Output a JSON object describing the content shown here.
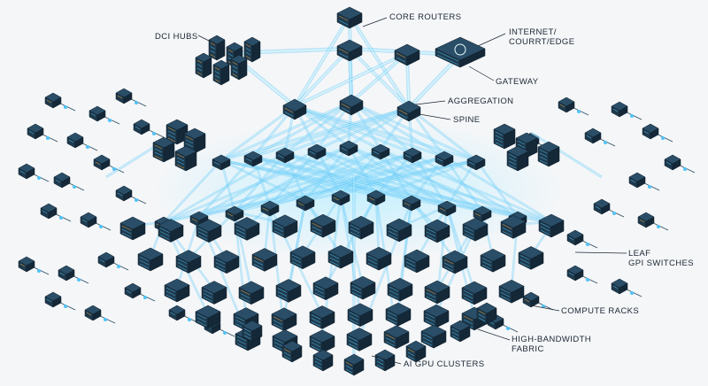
{
  "labels": {
    "dci_hubs": "DCI HUBS",
    "core_routers": "CORE ROUTERS",
    "internet_edge": "INTERNET/\nCOURRT/EDGE",
    "gateway": "GATEWAY",
    "aggregation": "AGGREGATION",
    "spine": "SPINE",
    "leaf_switches": "LEAF\nGPI SWITCHES",
    "compute_racks": "COMPUTE RACKS",
    "fabric": "HIGH-BANDWIDTH\nFABRIC",
    "gpu_clusters": "AI GPU CLUSTERS"
  },
  "colors": {
    "background": "#f4f6f8",
    "device_dark": "#1f3a4d",
    "device_side": "#142838",
    "link_glow": "#4fc3f7",
    "link_core": "#e8fbff",
    "accent_orange": "#f2a93b",
    "label_line": "#1d2733"
  }
}
